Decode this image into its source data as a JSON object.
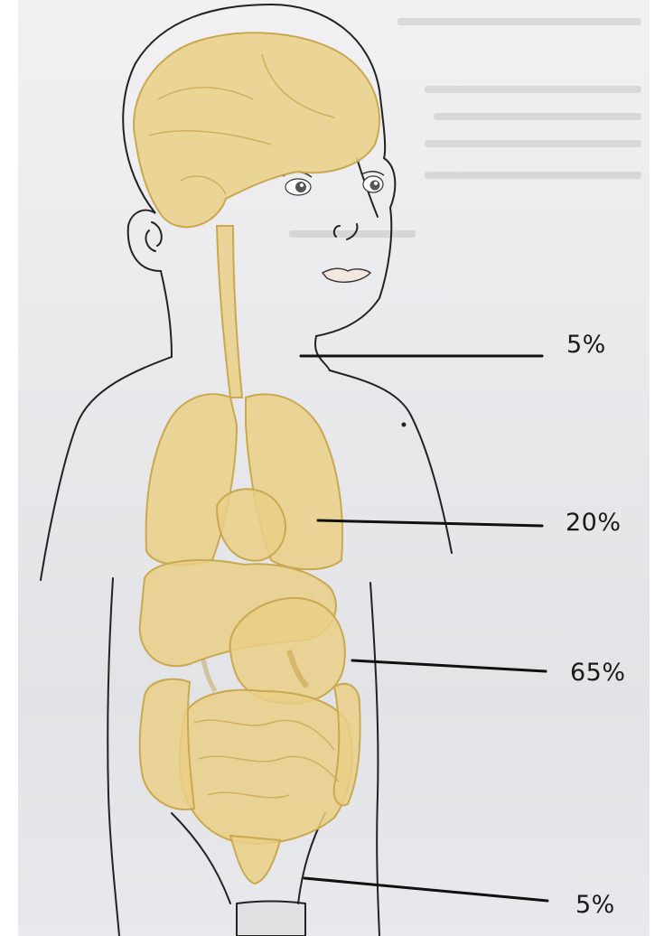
{
  "labels": {
    "head": "5%",
    "chest": "20%",
    "abdomen": "65%",
    "pelvis": "5%"
  },
  "colors": {
    "organ_fill": "#e9cf86",
    "organ_stroke": "#c9a850",
    "outline": "#222222",
    "leader": "#111111"
  }
}
